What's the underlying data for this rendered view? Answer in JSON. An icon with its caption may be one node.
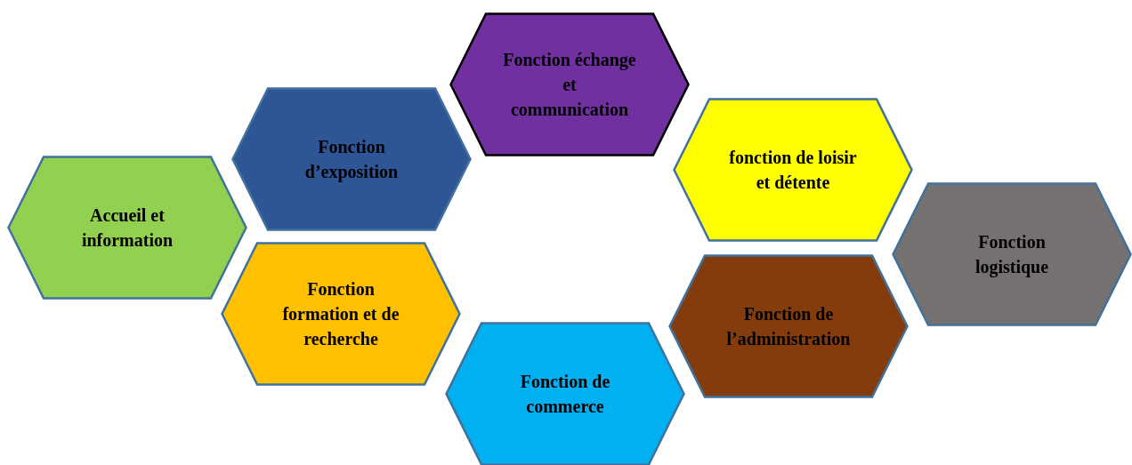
{
  "diagram": {
    "nodes": [
      {
        "text": [
          "Accueil et information"
        ]
      },
      {
        "text": [
          "Fonction d’exposition"
        ]
      },
      {
        "text": [
          "Fonction formation et de recherche"
        ]
      },
      {
        "text": [
          "Fonction échange et communication"
        ]
      },
      {
        "text": [
          "Fonction de commerce"
        ]
      },
      {
        "text": [
          "fonction de loisir et détente"
        ]
      },
      {
        "text": [
          "Fonction de l’administration"
        ]
      },
      {
        "text": [
          "Fonction logistique"
        ]
      }
    ],
    "edges": []
  }
}
